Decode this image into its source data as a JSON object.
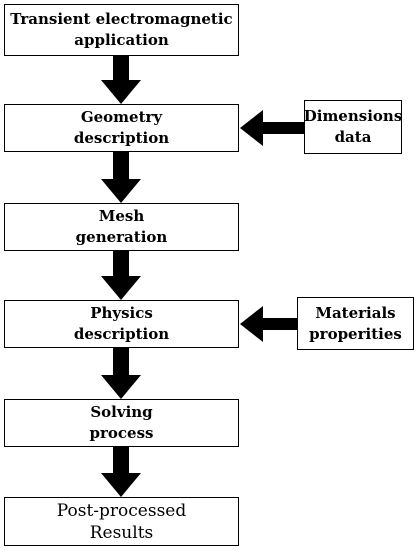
{
  "diagram": {
    "steps": [
      "Transient electromagnetic\napplication",
      "Geometry\ndescription",
      "Mesh\ngeneration",
      "Physics\ndescription",
      "Solving\nprocess",
      "Post-processed\nResults"
    ],
    "inputs": {
      "dimensions": "Dimensions\ndata",
      "materials": "Materials\nproperities"
    },
    "colors": {
      "line": "#000000",
      "fill": "#ffffff",
      "arrow": "#000000"
    }
  }
}
